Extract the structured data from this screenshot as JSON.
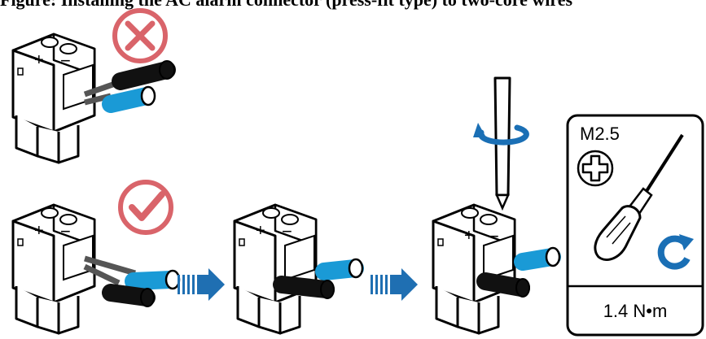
{
  "caption": {
    "text": "Figure: Installing the AC alarm connector (press-fit type) to two-core wires"
  },
  "steps": [
    {
      "id": "wrong",
      "status": "incorrect",
      "status_icon": "cross-circle-icon"
    },
    {
      "id": "right",
      "status": "correct",
      "status_icon": "check-circle-icon"
    }
  ],
  "connector": {
    "plus_label": "+",
    "minus_label": "−"
  },
  "tool_spec": {
    "screw_size": "M2.5",
    "head_icon": "phillips-head-icon",
    "torque": "1.4 N•m"
  },
  "colors": {
    "wire_blue": "#1a9ad6",
    "wire_black": "#111111",
    "arrow_blue": "#1f6fb2",
    "wrong_red": "#d9646a",
    "right_red": "#d9646a",
    "outline": "#000000"
  }
}
